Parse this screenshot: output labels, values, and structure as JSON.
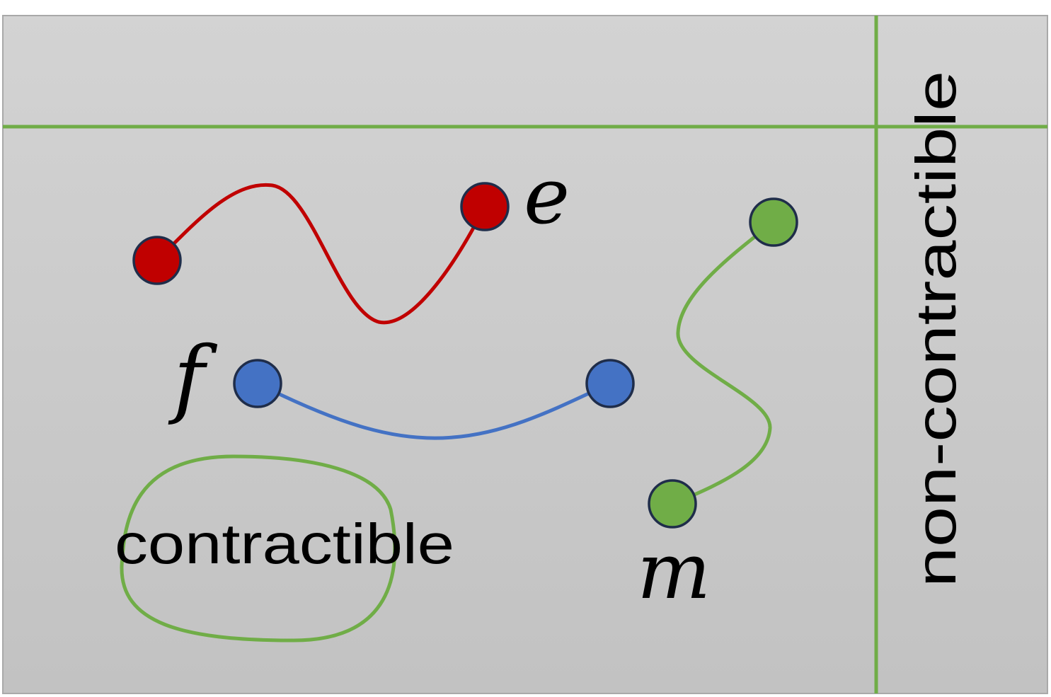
{
  "colors": {
    "background_top": "#d3d3d3",
    "background_bottom": "#c2c2c2",
    "border": "#a9a9a9",
    "loop": "#70ad47",
    "red_string": "#c00000",
    "blue_string": "#4472c4",
    "green_string": "#70ad47",
    "node_outline": "#1f2d4a",
    "text": "#000000"
  },
  "labels": {
    "e": "e",
    "f": "f",
    "m": "m",
    "contractible": "contractible",
    "non_contractible": "non-contractible"
  }
}
